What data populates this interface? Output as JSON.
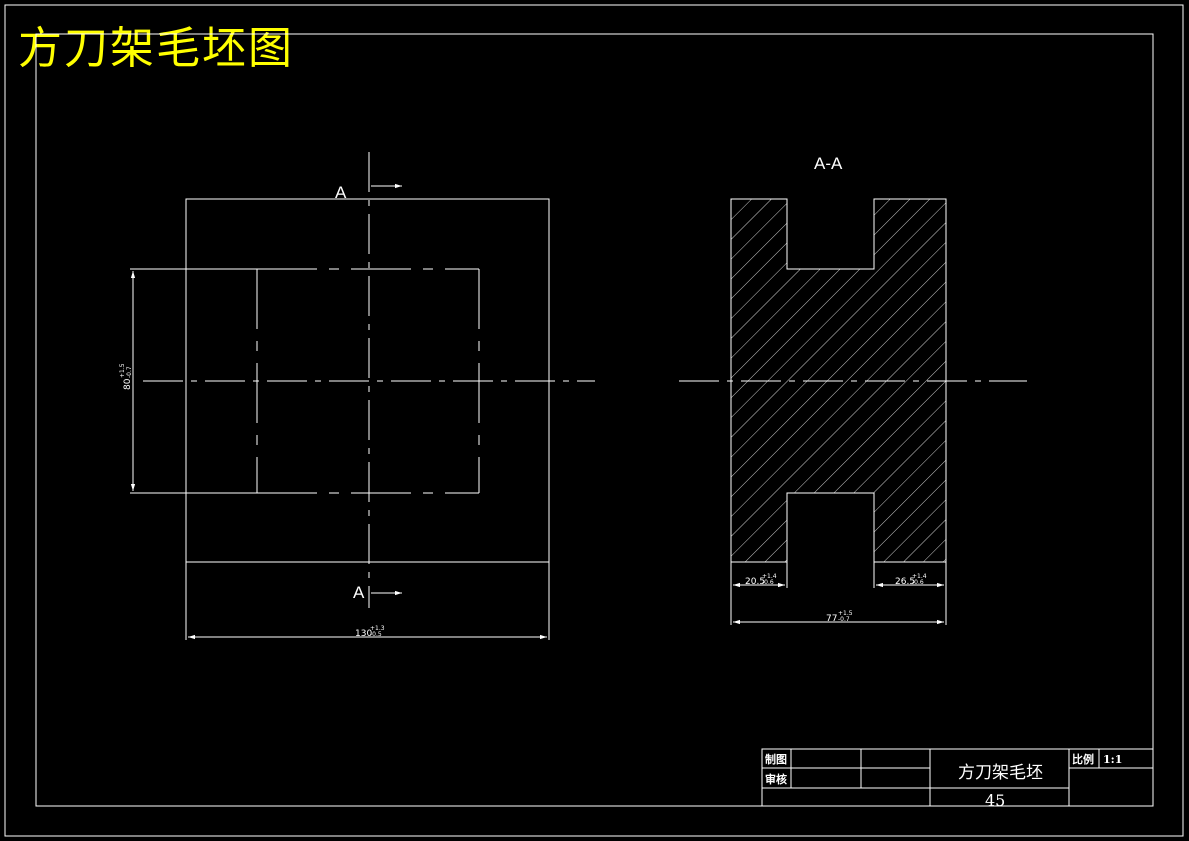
{
  "drawing_title": "方刀架毛坯图",
  "section_label": "A-A",
  "cut_marks": [
    "A",
    "A"
  ],
  "dimensions": {
    "front_height": {
      "base": "80",
      "upper": "+1.5",
      "lower": "-0.7"
    },
    "front_width": {
      "base": "130",
      "upper": "+1.3",
      "lower": "-0.5"
    },
    "section_left_flange": {
      "base": "20.5",
      "upper": "+1.4",
      "lower": "-0.6"
    },
    "section_right_flange": {
      "base": "26.5",
      "upper": "+1.4",
      "lower": "-0.6"
    },
    "section_total_width": {
      "base": "77",
      "upper": "+1.5",
      "lower": "-0.7"
    }
  },
  "title_block": {
    "drawn_label": "制图",
    "checked_label": "审核",
    "part_name": "方刀架毛坯",
    "scale_label": "比例",
    "scale_value": "1:1",
    "material": "45"
  },
  "colors": {
    "background": "#000000",
    "lines": "#ffffff",
    "title": "#ffff00"
  }
}
